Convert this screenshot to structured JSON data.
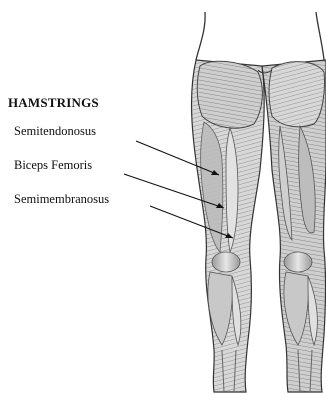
{
  "diagram": {
    "heading": "HAMSTRINGS",
    "labels": [
      {
        "text": "Semitendonosus"
      },
      {
        "text": "Biceps Femoris"
      },
      {
        "text": "Semimembranosus"
      }
    ],
    "colors": {
      "outline": "#333333",
      "muscle_fill": "#d9d9d9",
      "muscle_dark": "#7a7a7a",
      "background": "#ffffff"
    }
  }
}
